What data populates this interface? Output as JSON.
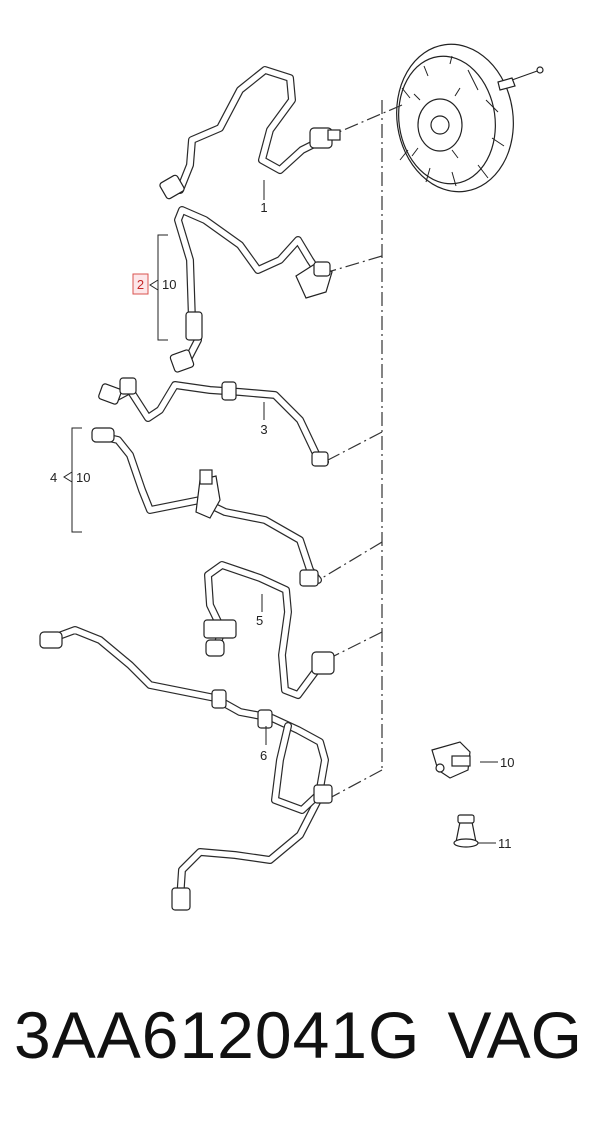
{
  "callouts": {
    "c1": "1",
    "c2_highlight": "2",
    "c2_qty": "10",
    "c3": "3",
    "c4": "4",
    "c4_qty": "10",
    "c5": "5",
    "c6": "6",
    "c10": "10",
    "c11": "11"
  },
  "footer": {
    "part_number": "3AA612041G",
    "brand": "VAG"
  },
  "colors": {
    "highlight_border": "#d9534f",
    "highlight_fill": "#fde7ea",
    "line": "#222222"
  }
}
